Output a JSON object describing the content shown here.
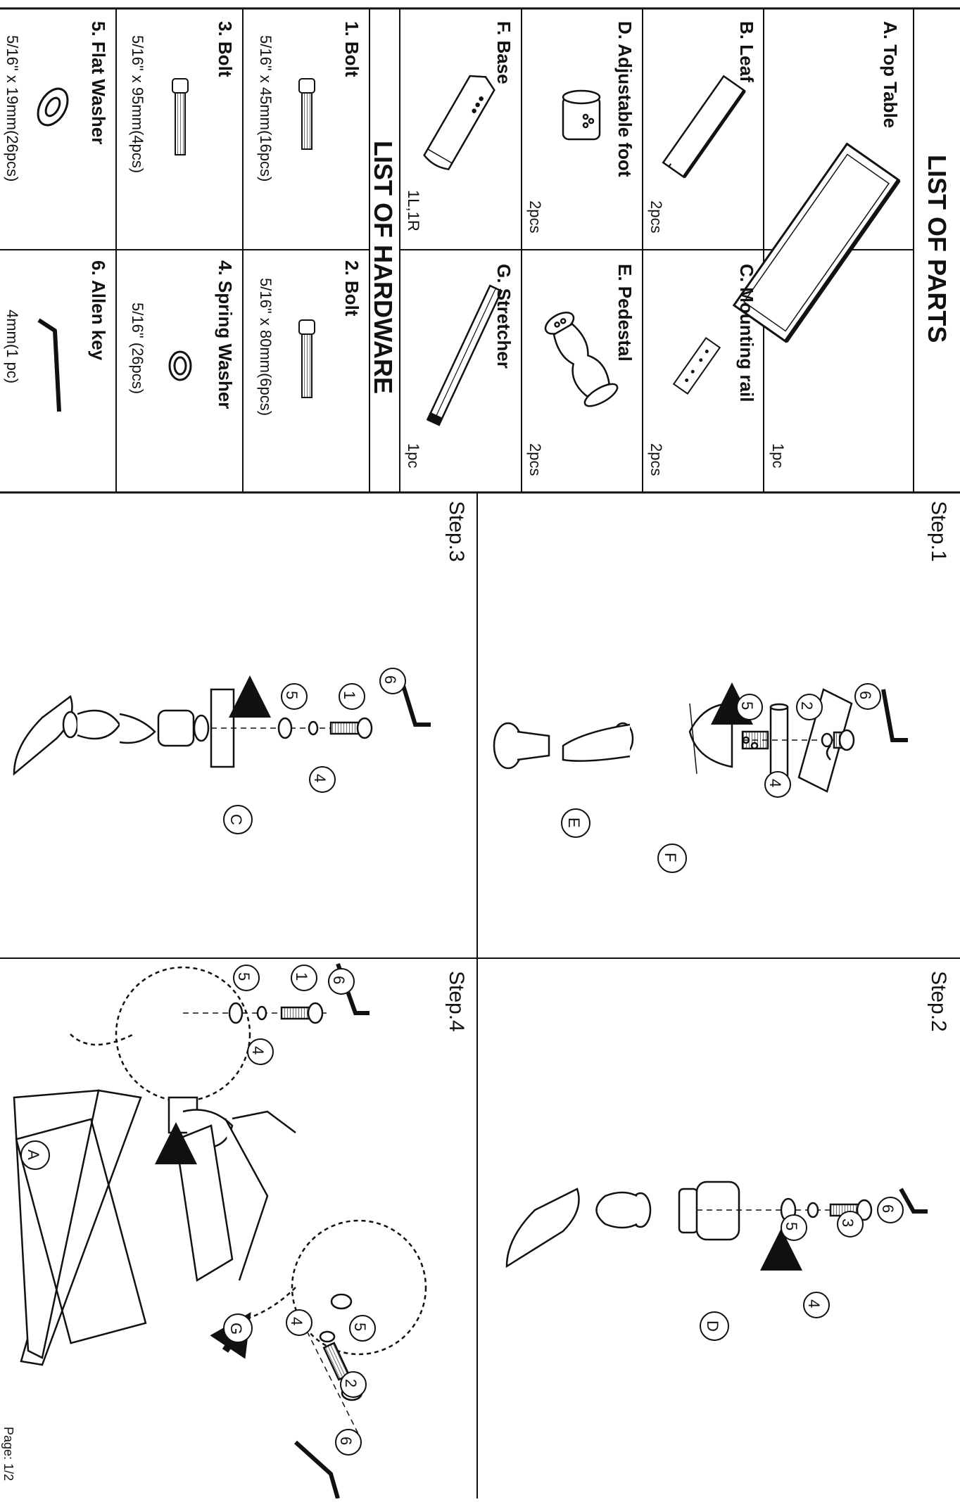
{
  "parts": {
    "title": "LIST OF PARTS",
    "a": {
      "name": "A. Top Table",
      "qty": "1pc"
    },
    "b": {
      "name": "B. Leaf",
      "qty": "2pcs"
    },
    "c": {
      "name": "C. Mounting rail",
      "qty": "2pcs"
    },
    "d": {
      "name": "D. Adjustable foot",
      "qty": "2pcs"
    },
    "e": {
      "name": "E. Pedestal",
      "qty": "2pcs"
    },
    "f": {
      "name": "F. Base",
      "qty": "1L,1R"
    },
    "g": {
      "name": "G. Stretcher",
      "qty": "1pc"
    }
  },
  "hardware": {
    "title": "LIST OF HARDWARE",
    "h1": {
      "name": "1. Bolt",
      "spec": "5/16\" x 45mm(16pcs)"
    },
    "h2": {
      "name": "2. Bolt",
      "spec": "5/16\" x 80mm(6pcs)"
    },
    "h3": {
      "name": "3. Bolt",
      "spec": "5/16\" x 95mm(4pcs)"
    },
    "h4": {
      "name": "4. Spring Washer",
      "spec": "5/16\" (26pcs)"
    },
    "h5": {
      "name": "5. Flat Washer",
      "spec": "5/16\" x 19mm(26pcs)"
    },
    "h6": {
      "name": "6. Allen key",
      "spec": "4mm(1 pc)"
    }
  },
  "steps": {
    "s1": "Step.1",
    "s2": "Step.2",
    "s3": "Step.3",
    "s4": "Step.4"
  },
  "callouts": {
    "n1": "1",
    "n2": "2",
    "n3": "3",
    "n4": "4",
    "n5": "5",
    "n6": "6",
    "A": "A",
    "C": "C",
    "D": "D",
    "E": "E",
    "F": "F",
    "G": "G"
  },
  "footer": {
    "page": "Page: 1/2"
  }
}
